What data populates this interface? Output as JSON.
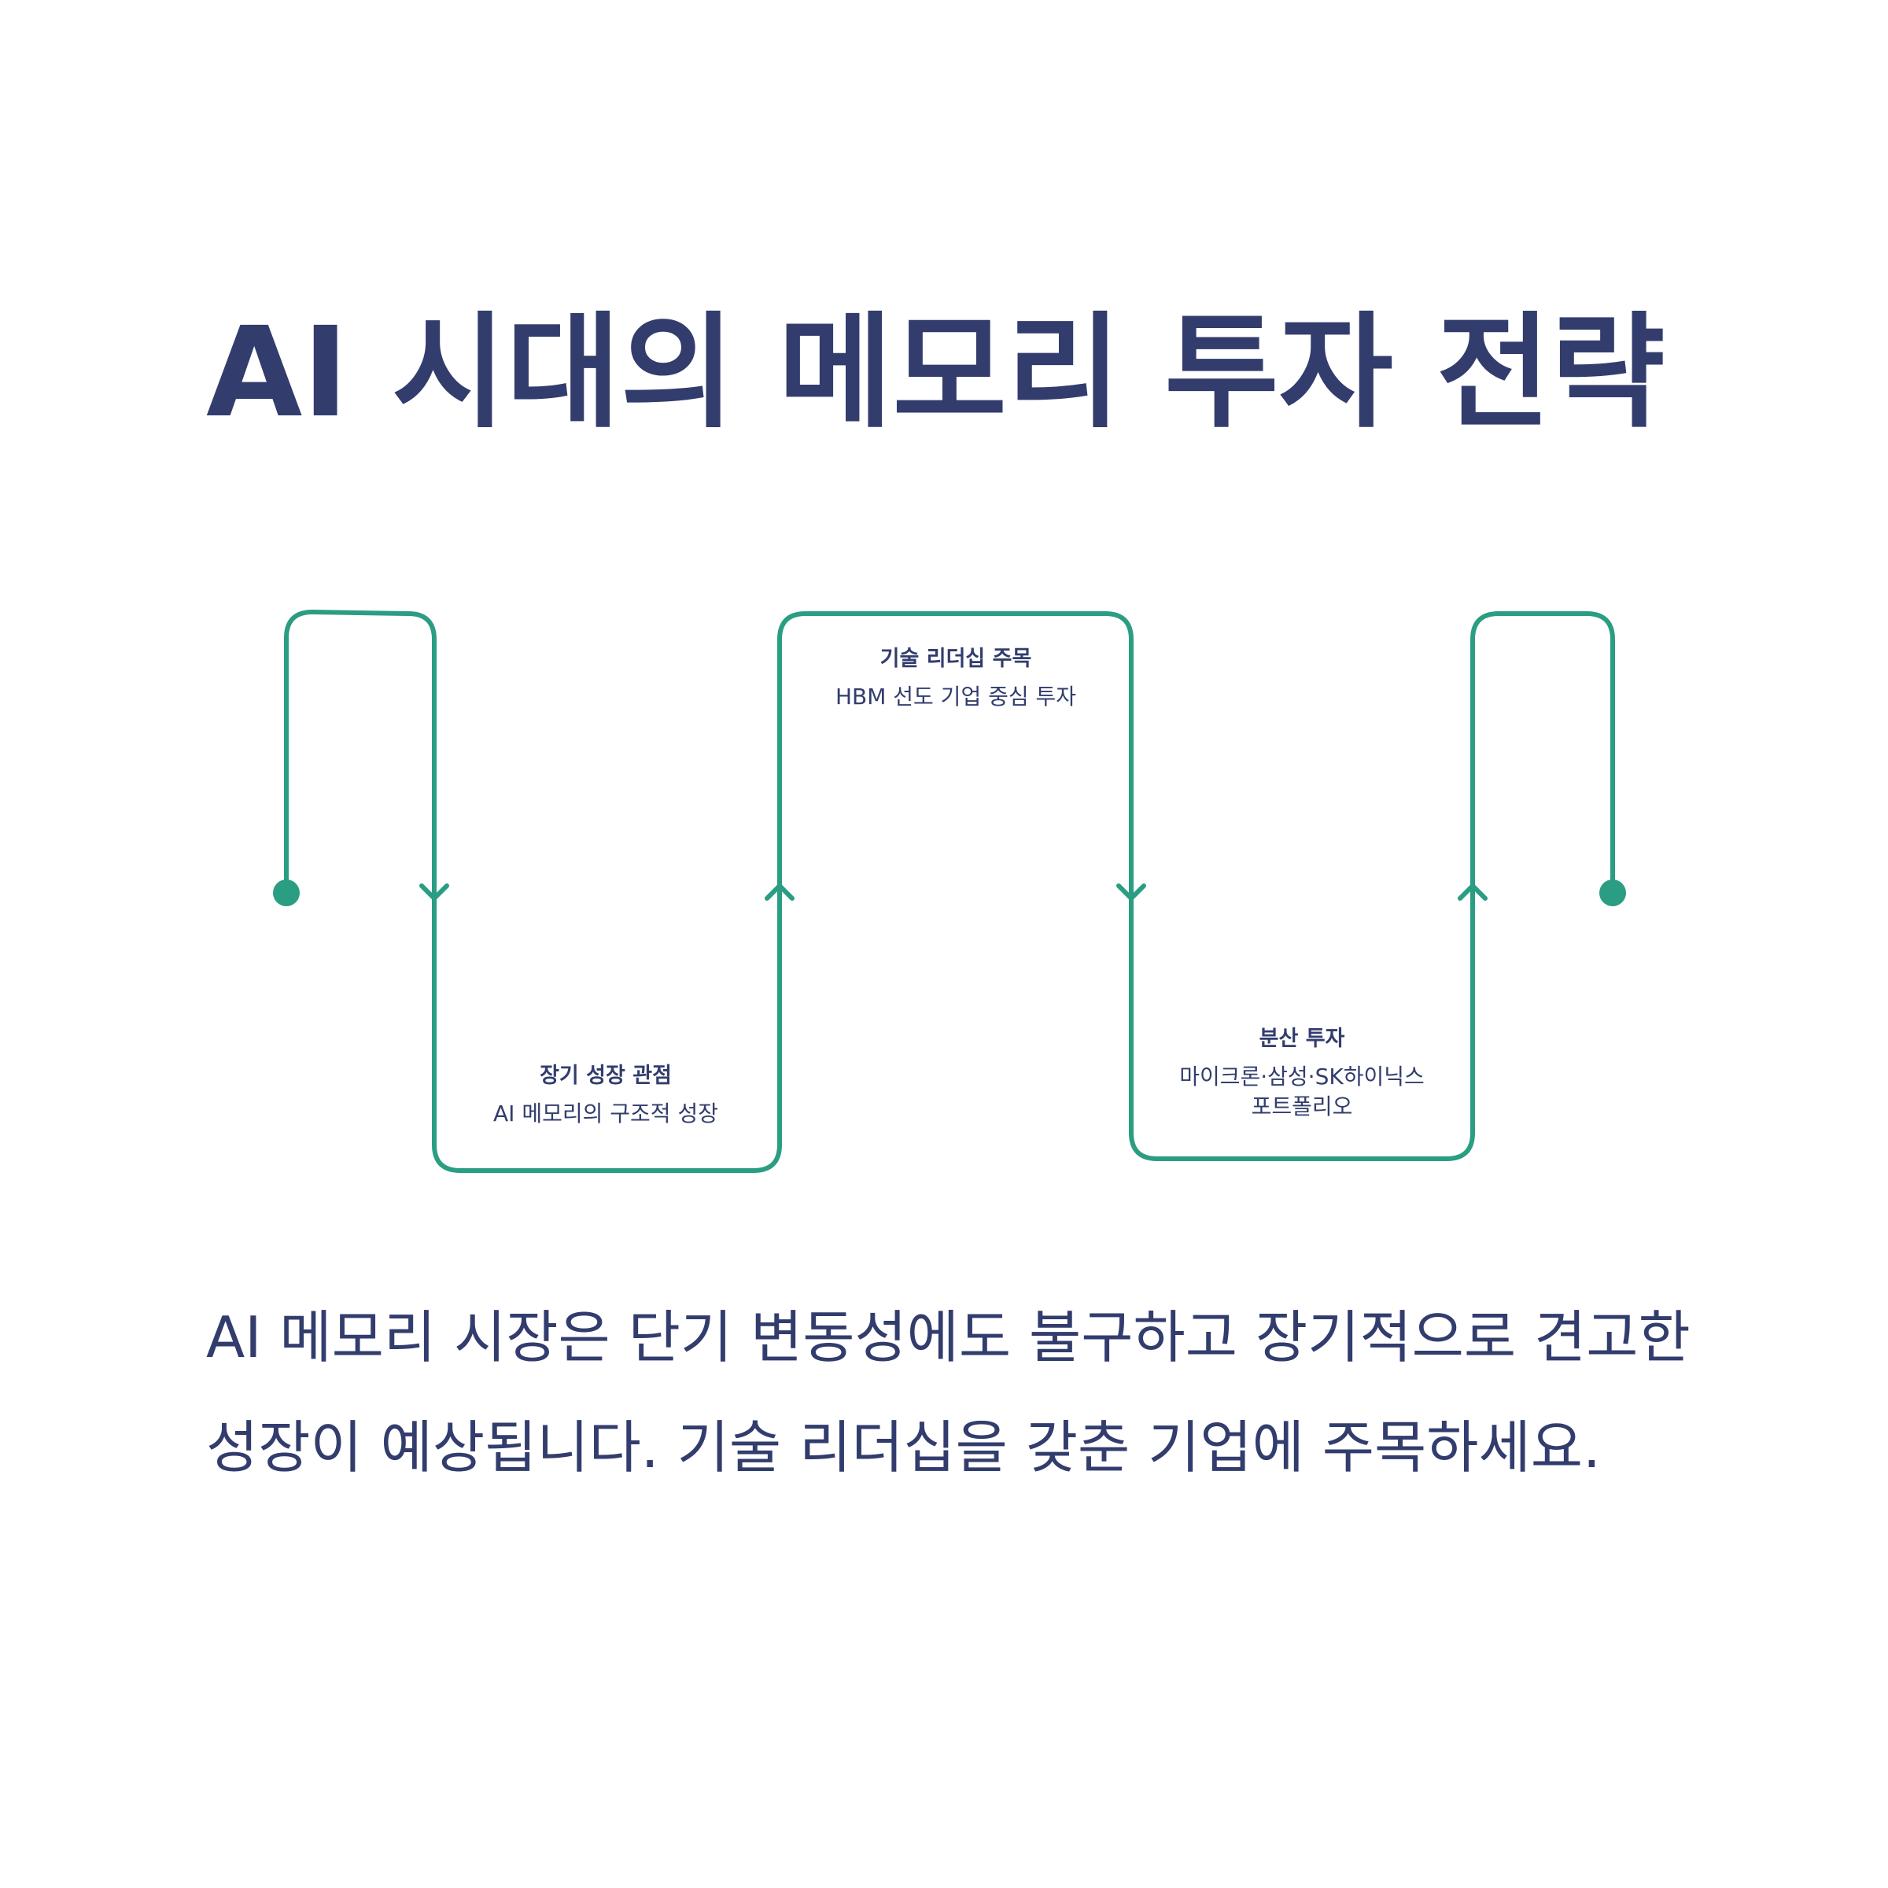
{
  "title": "AI 시대의 메모리 투자 전략",
  "colors": {
    "text": "#323d6d",
    "accent": "#2a9d82",
    "background": "#ffffff"
  },
  "steps": [
    {
      "title": "장기 성장 관점",
      "desc": "AI 메모리의 구조적 성장"
    },
    {
      "title": "기술 리더십 주목",
      "desc": "HBM 선도 기업 중심 투자"
    },
    {
      "title": "분산 투자",
      "desc": "마이크론·삼성·SK하이닉스 포트폴리오"
    }
  ],
  "body": "AI 메모리 시장은 단기 변동성에도 불구하고 장기적으로 견고한 성장이 예상됩니다. 기술 리더십을 갖춘 기업에 주목하세요."
}
